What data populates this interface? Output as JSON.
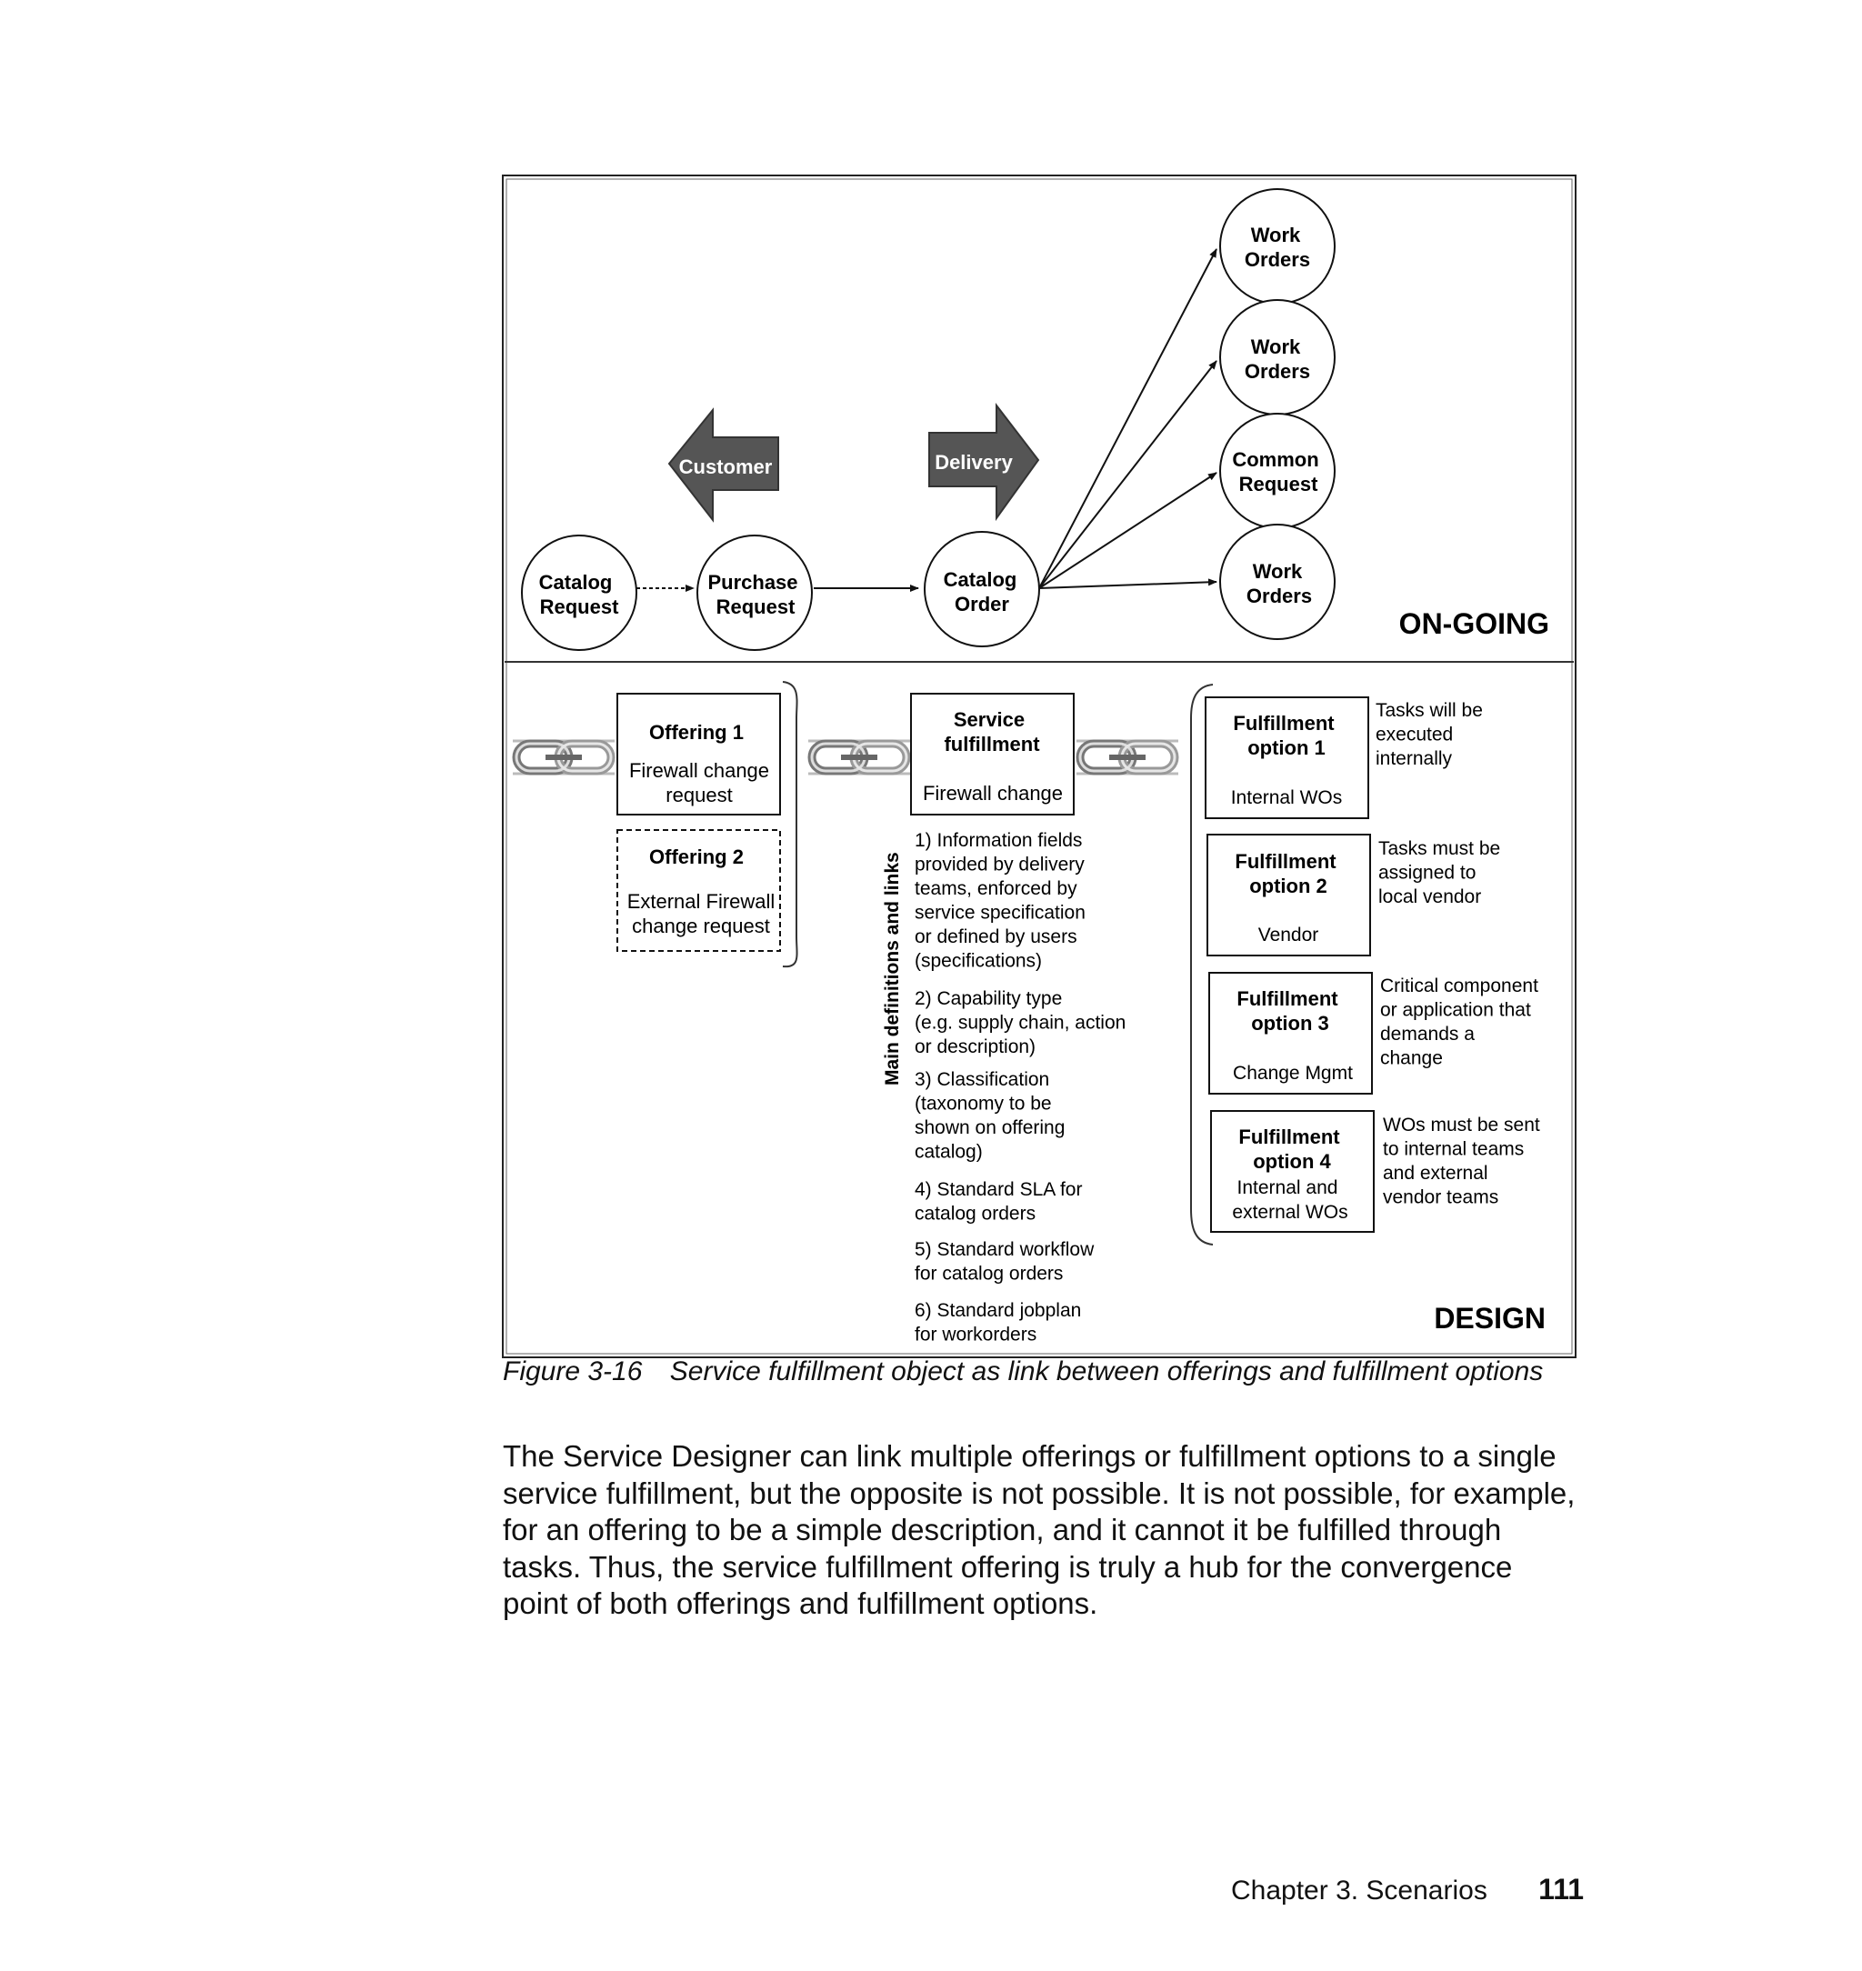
{
  "diagram": {
    "sections": {
      "ongoing": "ON-GOING",
      "design": "DESIGN"
    },
    "flow_nodes": {
      "catalog_request": [
        "Catalog",
        "Request"
      ],
      "purchase_request": [
        "Purchase",
        "Request"
      ],
      "catalog_order": [
        "Catalog",
        "Order"
      ],
      "work_orders_1": [
        "Work",
        "Orders"
      ],
      "work_orders_2": [
        "Work",
        "Orders"
      ],
      "common_request": [
        "Common",
        "Request"
      ],
      "work_orders_3": [
        "Work",
        "Orders"
      ]
    },
    "direction_arrows": {
      "customer": "Customer",
      "delivery": "Delivery"
    },
    "offerings": [
      {
        "title": "Offering 1",
        "desc": [
          "Firewall change",
          "request"
        ]
      },
      {
        "title": "Offering 2",
        "desc": [
          "External Firewall",
          "change request"
        ]
      }
    ],
    "service_fulfillment": {
      "title": [
        "Service",
        "fulfillment"
      ],
      "desc": "Firewall change"
    },
    "main_definitions_label": "Main definitions and links",
    "definitions": [
      [
        "1) Information fields",
        "provided by delivery",
        "teams, enforced by",
        "service specification",
        "or defined by users",
        "(specifications)"
      ],
      [
        "2) Capability type",
        "(e.g. supply chain, action",
        "or description)"
      ],
      [
        "3) Classification",
        "(taxonomy to be",
        "shown on offering",
        "catalog)"
      ],
      [
        "4) Standard SLA for",
        "catalog orders"
      ],
      [
        "5) Standard workflow",
        "for catalog orders"
      ],
      [
        "6) Standard jobplan",
        "for workorders"
      ]
    ],
    "fulfillment_options": [
      {
        "title": [
          "Fulfillment",
          "option 1"
        ],
        "desc": [
          "Internal WOs"
        ],
        "note": [
          "Tasks will be",
          "executed",
          "internally"
        ]
      },
      {
        "title": [
          "Fulfillment",
          "option 2"
        ],
        "desc": [
          "Vendor"
        ],
        "note": [
          "Tasks must be",
          "assigned to",
          "local vendor"
        ]
      },
      {
        "title": [
          "Fulfillment",
          "option 3"
        ],
        "desc": [
          "Change Mgmt"
        ],
        "note": [
          "Critical component",
          "or application that",
          "demands a",
          "change"
        ]
      },
      {
        "title": [
          "Fulfillment",
          "option 4"
        ],
        "desc": [
          "Internal and",
          "external WOs"
        ],
        "note": [
          "WOs must be sent",
          "to internal  teams",
          "and external",
          "vendor teams"
        ]
      }
    ],
    "icons": [
      "chain-link-icon"
    ]
  },
  "caption": {
    "number": "Figure 3-16",
    "text": "Service fulfillment object as link between offerings and fulfillment options"
  },
  "body_lines": [
    "The Service Designer can link multiple offerings or fulfillment options to a single",
    "service fulfillment, but the opposite is not possible. It is not possible, for example,",
    "for an offering to be a simple description, and it cannot it be fulfilled through",
    "tasks. Thus, the service fulfillment offering is truly a hub for the convergence",
    "point of both offerings and fulfillment options."
  ],
  "footer": {
    "chapter": "Chapter 3. Scenarios",
    "page_number": "111"
  }
}
